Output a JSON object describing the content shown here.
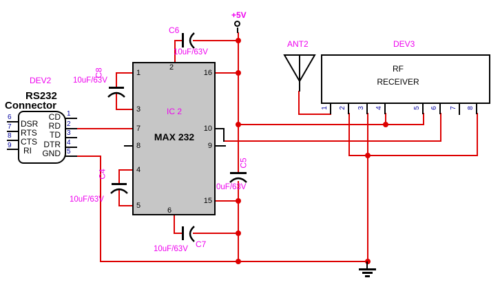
{
  "colors": {
    "wire": "#dd0000",
    "component_label": "#ee00ee",
    "pin_number_blue": "#0000a0",
    "ic_fill": "#c6c6c6"
  },
  "power": {
    "label": "+5V"
  },
  "connector": {
    "ref": "DEV2",
    "title1": "RS232",
    "title2": "Connector",
    "left_pins": [
      {
        "num": "6",
        "label": "DSR"
      },
      {
        "num": "7",
        "label": "RTS"
      },
      {
        "num": "8",
        "label": "CTS"
      },
      {
        "num": "9",
        "label": "RI"
      }
    ],
    "right_pins": [
      {
        "num": "1",
        "label": "CD"
      },
      {
        "num": "2",
        "label": "RD"
      },
      {
        "num": "3",
        "label": "TD"
      },
      {
        "num": "4",
        "label": "DTR"
      },
      {
        "num": "5",
        "label": "GND"
      }
    ]
  },
  "ic": {
    "ref": "IC 2",
    "part": "MAX 232",
    "pin_top": "2",
    "pin_bottom": "6",
    "pins_left": [
      "1",
      "3",
      "7",
      "8",
      "4",
      "5"
    ],
    "pins_right": [
      "16",
      "10",
      "9",
      "15"
    ]
  },
  "antenna": {
    "ref": "ANT2"
  },
  "receiver": {
    "ref": "DEV3",
    "name1": "RF",
    "name2": "RECEIVER",
    "pins": [
      "1",
      "2",
      "3",
      "4",
      "5",
      "6",
      "7",
      "8"
    ]
  },
  "capacitors": {
    "c4": {
      "ref": "C4",
      "value": "10uF/63V"
    },
    "c5": {
      "ref": "C5",
      "value": "0uF/63V"
    },
    "c6": {
      "ref": "C6",
      "value": "10uF/63V"
    },
    "c7": {
      "ref": "C7",
      "value": "10uF/63V"
    },
    "c8": {
      "ref": "C8",
      "value": "10uF/63V"
    }
  }
}
